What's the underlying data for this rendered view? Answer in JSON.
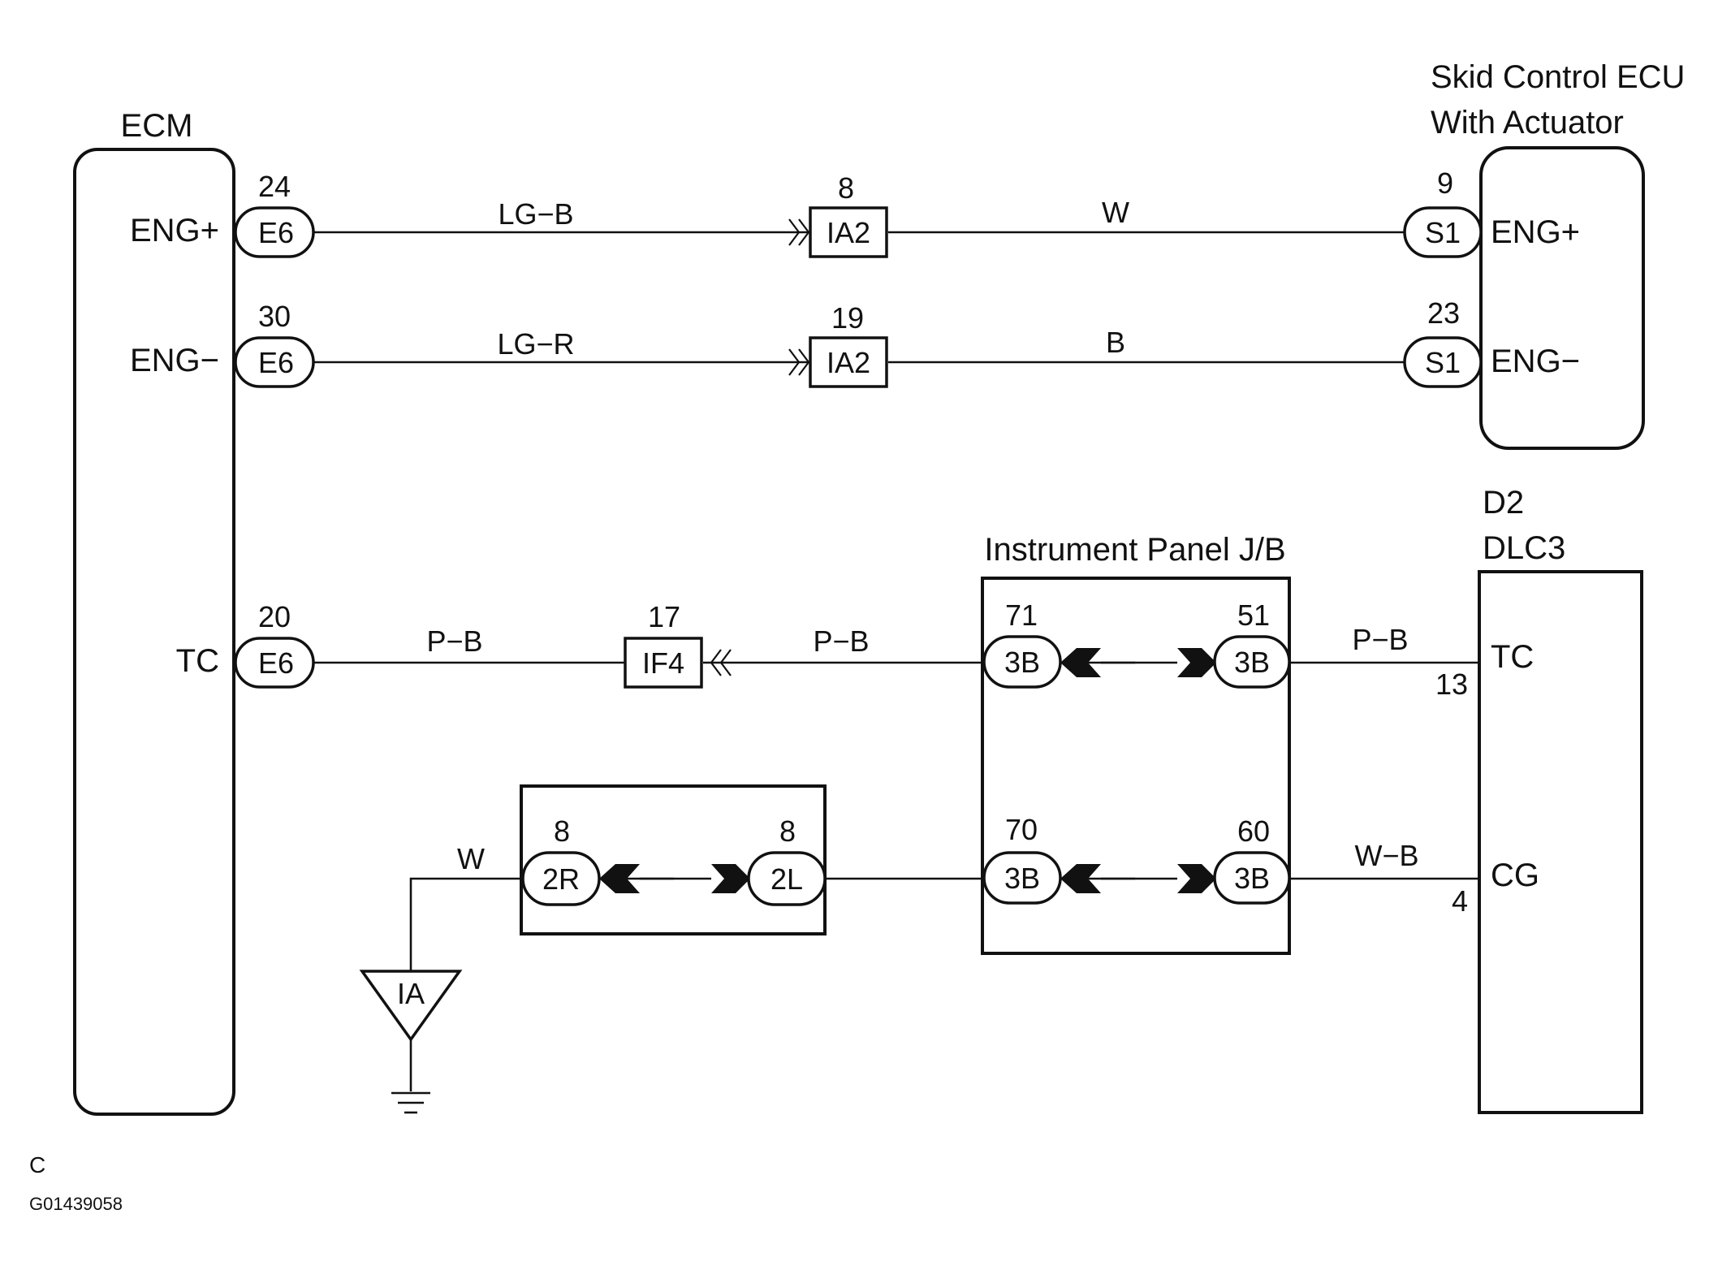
{
  "components": {
    "ecm": {
      "title": "ECM",
      "pin_eng_plus": "ENG+",
      "pin_eng_minus": "ENG−",
      "pin_tc": "TC"
    },
    "skid_ecu": {
      "title_line1": "Skid Control ECU",
      "title_line2": "With Actuator",
      "pin_eng_plus": "ENG+",
      "pin_eng_minus": "ENG−"
    },
    "dlc3": {
      "code": "D2",
      "title": "DLC3",
      "pin_tc": "TC",
      "pin_cg": "CG",
      "pin_tc_num": "13",
      "pin_cg_num": "4"
    },
    "jb": {
      "title": "Instrument Panel J/B"
    },
    "ground": {
      "label": "IA"
    }
  },
  "connectors": {
    "e6_24": {
      "pin": "24",
      "name": "E6"
    },
    "e6_30": {
      "pin": "30",
      "name": "E6"
    },
    "e6_20": {
      "pin": "20",
      "name": "E6"
    },
    "ia2_8": {
      "pin": "8",
      "name": "IA2"
    },
    "ia2_19": {
      "pin": "19",
      "name": "IA2"
    },
    "if4_17": {
      "pin": "17",
      "name": "IF4"
    },
    "s1_9": {
      "pin": "9",
      "name": "S1"
    },
    "s1_23": {
      "pin": "23",
      "name": "S1"
    },
    "jb_71": {
      "pin": "71",
      "name": "3B"
    },
    "jb_51": {
      "pin": "51",
      "name": "3B"
    },
    "jb_70": {
      "pin": "70",
      "name": "3B"
    },
    "jb_60": {
      "pin": "60",
      "name": "3B"
    },
    "r_2r": {
      "pin": "8",
      "name": "2R"
    },
    "r_2l": {
      "pin": "8",
      "name": "2L"
    }
  },
  "wires": {
    "eng_plus_left": "LG−B",
    "eng_plus_right": "W",
    "eng_minus_left": "LG−R",
    "eng_minus_right": "B",
    "tc_left": "P−B",
    "tc_mid": "P−B",
    "tc_right": "P−B",
    "cg_right": "W−B",
    "ground_wire": "W"
  },
  "footer": {
    "letter": "C",
    "figure_code": "G01439058"
  }
}
